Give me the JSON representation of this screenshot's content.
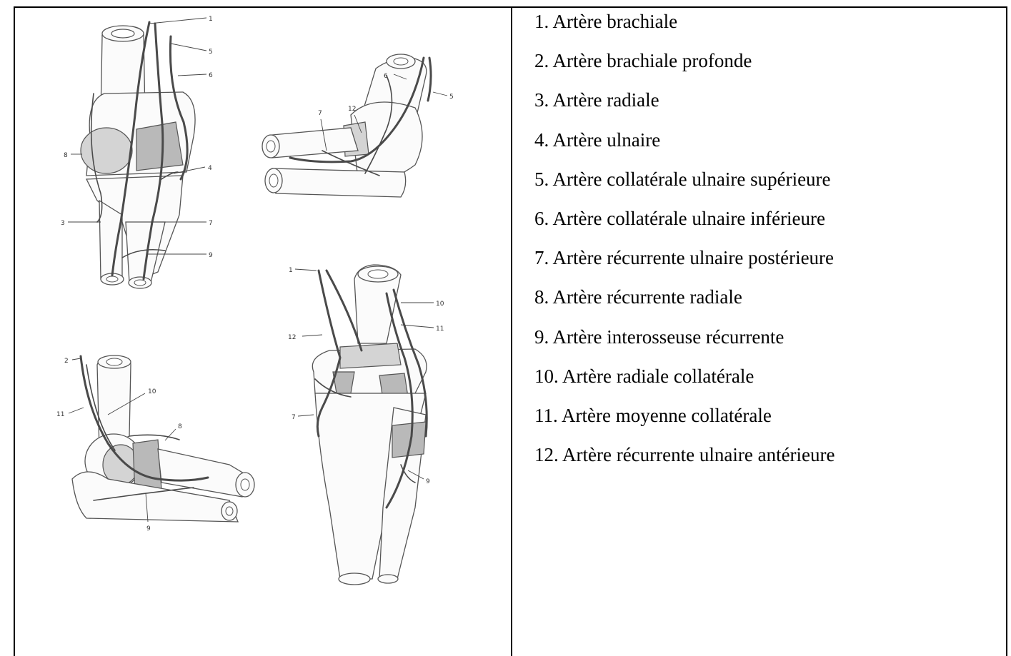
{
  "legend": {
    "items": [
      "1. Artère brachiale",
      "2. Artère brachiale profonde",
      "3. Artère radiale",
      "4. Artère ulnaire",
      "5. Artère collatérale ulnaire supérieure",
      "6. Artère collatérale ulnaire inférieure",
      "7. Artère récurrente ulnaire postérieure",
      "8. Artère récurrente radiale",
      "9. Artère interosseuse récurrente",
      "10. Artère radiale collatérale",
      "11. Artère moyenne collatérale",
      "12. Artère récurrente ulnaire antérieure"
    ]
  },
  "figure": {
    "anterior_view_labels": [
      "1",
      "5",
      "6",
      "8",
      "4",
      "3",
      "7",
      "9"
    ],
    "medial_view_labels": [
      "6",
      "5",
      "7",
      "12"
    ],
    "lateral_view_labels": [
      "2",
      "10",
      "11",
      "8",
      "9"
    ],
    "posterior_view_labels": [
      "1",
      "10",
      "11",
      "12",
      "7",
      "9"
    ]
  }
}
